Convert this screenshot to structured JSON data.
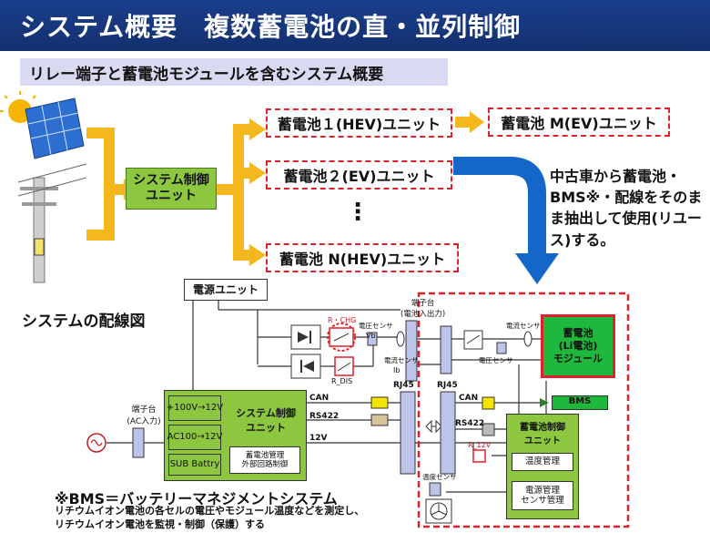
{
  "header": {
    "title": "システム概要　複数蓄電池の直・並列制御"
  },
  "subtitle": "リレー端子と蓄電池モジュールを含むシステム概要",
  "overview": {
    "control_unit": "システム制御\nユニット",
    "batteries": [
      "蓄電池１(HEV)ユニット",
      "蓄電池２(EV)ユニット",
      "蓄電池 N(HEV)ユニット"
    ],
    "battery_m": "蓄電池 M(EV)ユニット",
    "ellipsis": "⋮",
    "reuse_text": "中古車から蓄電池・BMS※・配線をそのまま抽出して使用(リユース)する。"
  },
  "wiring": {
    "section_title": "システムの配線図",
    "power_unit": "電源ユニット",
    "terminal_ac": "端子台\n(AC入力)",
    "psu_items": [
      "+100V→12V",
      "AC100→12V",
      "SUB Battry"
    ],
    "sys_ctrl": "システム制御\nユニット",
    "ext_ctrl": "蓄電池管理\n外部回路制御",
    "can": "CAN",
    "rs422": "RS422",
    "v12": "12V",
    "rj45_left": "RJ45",
    "rj45_right": "RJ45",
    "r_chg": "R・CHG",
    "r_dis": "R_DIS",
    "voltage_sensor": "電圧センサ",
    "vb": "Vb",
    "current_sensor": "電流センサ",
    "ib": "Ib",
    "terminal_io": "端子台\n(電池入出力)",
    "voltage_sensor2": "電圧センサ",
    "current_sensor2": "電流センサ",
    "li_module": "蓄電池\n(Li電池)\nモジュール",
    "can2": "CAN",
    "bms": "BMS",
    "rs422_2": "RS422",
    "r12v": "R_12V",
    "temp_sensor": "温度センサ",
    "bat_ctrl": "蓄電池制御\nユニット",
    "temp_mgmt": "温度管理",
    "power_mgmt": "電源管理\nセンサ管理"
  },
  "footer": {
    "line1": "※BMS＝バッテリーマネジメントシステム",
    "line2": "リチウムイオン電池の各セルの電圧やモジュール温度などを測定し、",
    "line3": "リチウムイオン電池を監視・制御（保護）する"
  },
  "colors": {
    "arrow_yellow": "#f5b81c",
    "arrow_blue": "#1467c8",
    "green": "#8dc63f",
    "red_dash": "#e0202a",
    "header_bg": "#1a3f8c"
  }
}
